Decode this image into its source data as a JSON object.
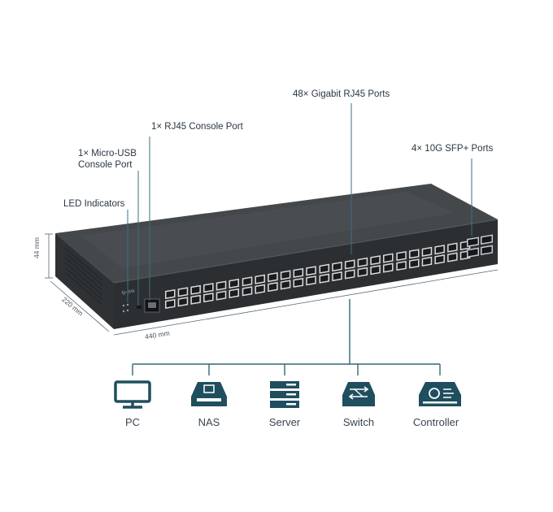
{
  "callouts": {
    "rj45_ports": "48× Gigabit RJ45 Ports",
    "rj45_console": "1× RJ45 Console Port",
    "usb_console_line1": "1× Micro-USB",
    "usb_console_line2": "Console Port",
    "sfp_ports": "4× 10G SFP+ Ports",
    "led": "LED Indicators"
  },
  "dimensions": {
    "height": "44 mm",
    "depth": "220 mm",
    "width": "440 mm"
  },
  "devices": [
    {
      "label": "PC",
      "icon": "pc-icon"
    },
    {
      "label": "NAS",
      "icon": "nas-icon"
    },
    {
      "label": "Server",
      "icon": "server-icon"
    },
    {
      "label": "Switch",
      "icon": "switch-icon"
    },
    {
      "label": "Controller",
      "icon": "controller-icon"
    }
  ],
  "colors": {
    "teal": "#1f4e5f",
    "line": "#3b6f80",
    "body": "#3c3f42",
    "front": "#2e3134"
  }
}
